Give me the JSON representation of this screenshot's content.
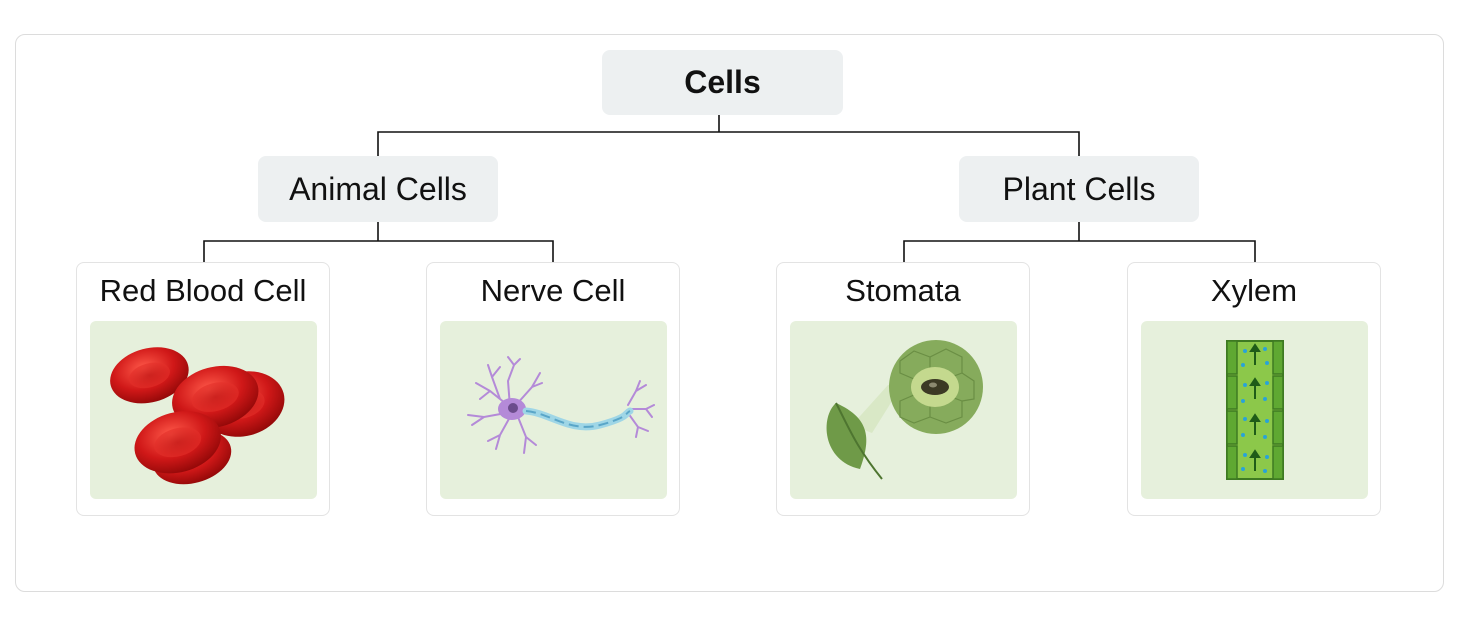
{
  "root": {
    "label": "Cells"
  },
  "branches": [
    {
      "label": "Animal Cells",
      "children": [
        {
          "label": "Red Blood Cell",
          "icon": "red-blood-cell-icon"
        },
        {
          "label": "Nerve Cell",
          "icon": "nerve-cell-icon"
        }
      ]
    },
    {
      "label": "Plant Cells",
      "children": [
        {
          "label": "Stomata",
          "icon": "stomata-icon"
        },
        {
          "label": "Xylem",
          "icon": "xylem-icon"
        }
      ]
    }
  ],
  "colors": {
    "node_fill": "#edf0f1",
    "image_fill": "#e6f0dc",
    "line": "#111111",
    "blood_red": "#d01818",
    "neuron_purple": "#b48ad8",
    "axon_blue": "#9fd6e6",
    "leaf_green": "#6f9a48",
    "xylem_green": "#8cc84a"
  }
}
